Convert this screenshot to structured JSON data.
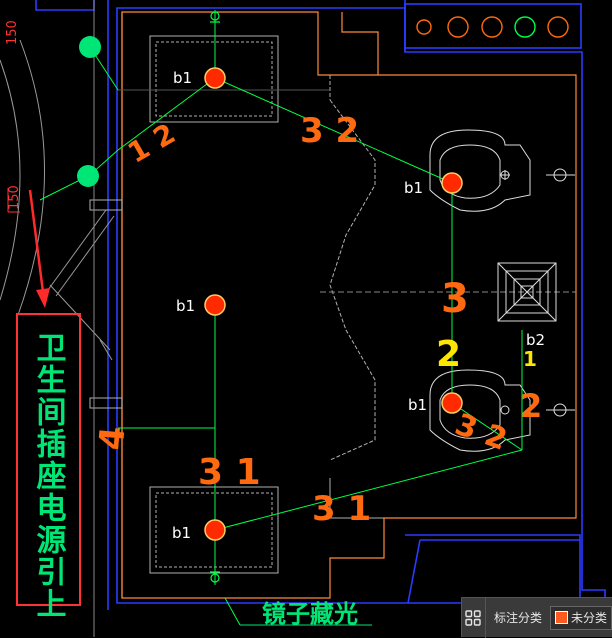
{
  "drawing": {
    "fixture_label": "b1",
    "drain_label": "b2",
    "dim_top": "150",
    "dim_mid": "150",
    "annotation_note": "卫生间插座电源引上",
    "mirror_note": "镜子藏光",
    "seg_n12": "1 2",
    "seg_n32_top": "3 2",
    "seg_n3_mid": "3",
    "seg_n2_mid": "2",
    "seg_n2_right": "2",
    "seg_n1_right": "1",
    "seg_n32_right": "3 2",
    "seg_n4_left": "4",
    "seg_n31_left": "3 1",
    "seg_n31_bottom": "3 1",
    "colors": {
      "fixture_red": "#ff2a00",
      "pipe_green": "#00ff44",
      "wall_blue": "#2b3bff",
      "handwriting_orange": "#ff6a10",
      "handwriting_yellow": "#ffe600",
      "text_green": "#00e676",
      "annotation_red": "#ff3333"
    }
  },
  "toolbar": {
    "layout_icon": "grid-icon",
    "label_category": "标注分类",
    "unclassified": "未分类"
  }
}
